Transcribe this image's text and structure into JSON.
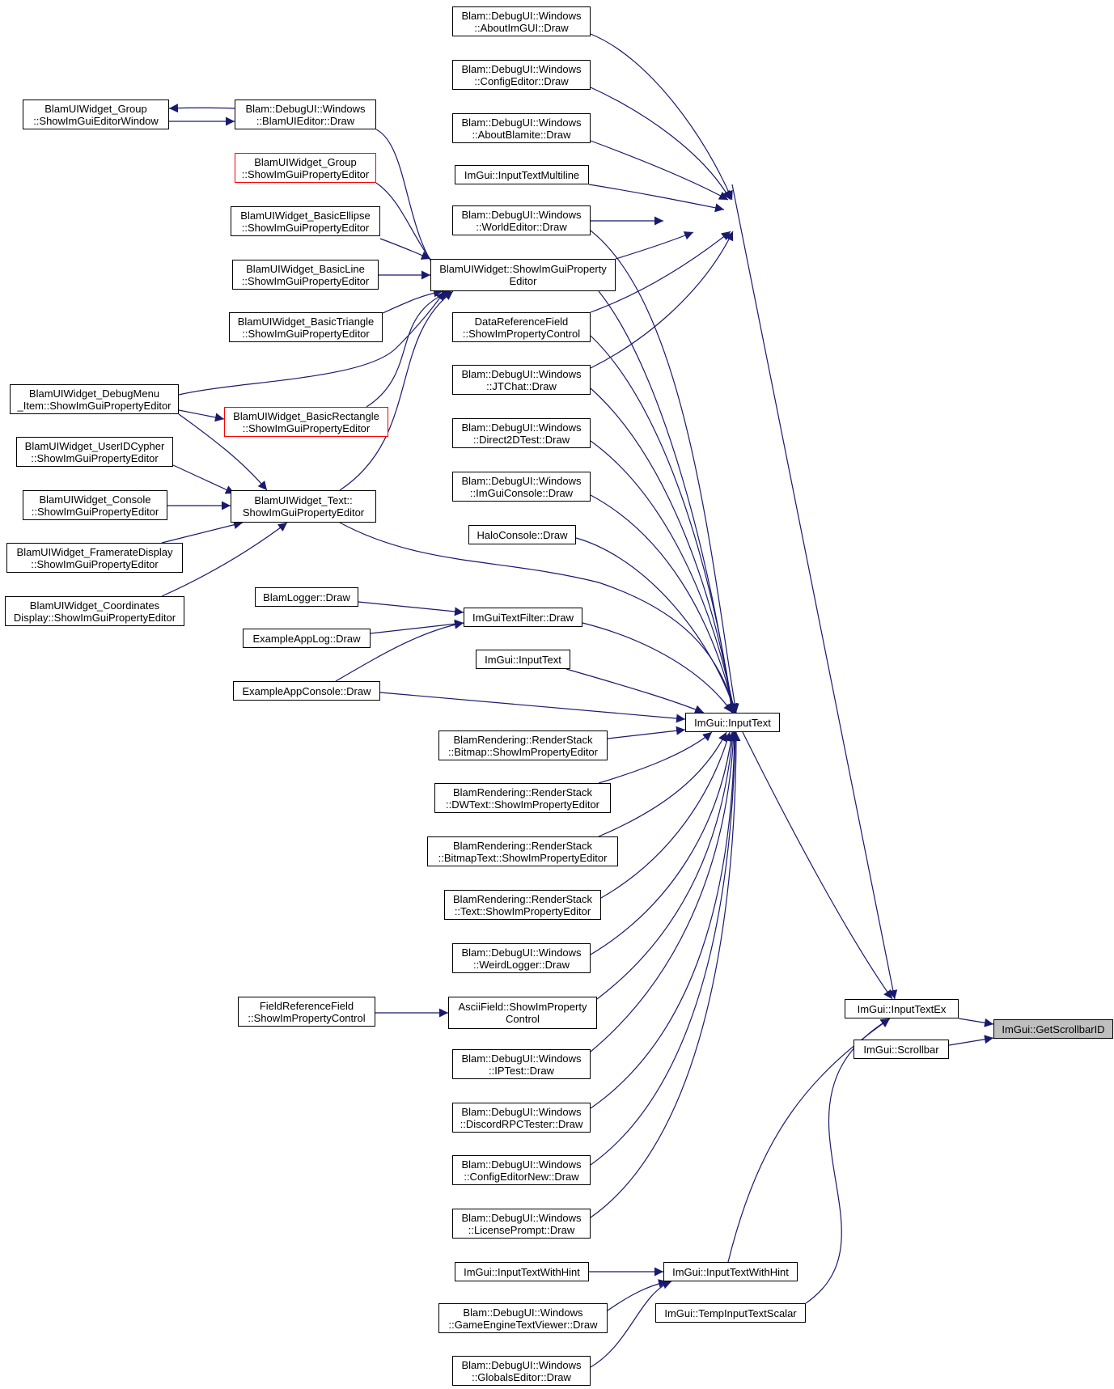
{
  "colors": {
    "edge": "#191970",
    "node_border": "#000000",
    "node_border_incomplete": "#ff0000",
    "node_highlight_fill": "#bfbfbf"
  },
  "nodes": {
    "aboutimgui": {
      "lines": [
        "Blam::DebugUI::Windows",
        "::AboutImGUI::Draw"
      ]
    },
    "configeditor": {
      "lines": [
        "Blam::DebugUI::Windows",
        "::ConfigEditor::Draw"
      ]
    },
    "aboutblamite": {
      "lines": [
        "Blam::DebugUI::Windows",
        "::AboutBlamite::Draw"
      ]
    },
    "inputtextmultiline_a": {
      "lines": [
        "ImGui::InputTextMultiline"
      ]
    },
    "worldeditor": {
      "lines": [
        "Blam::DebugUI::Windows",
        "::WorldEditor::Draw"
      ]
    },
    "group_editorwindow": {
      "lines": [
        "BlamUIWidget_Group",
        "::ShowImGuiEditorWindow"
      ]
    },
    "blamuieditor": {
      "lines": [
        "Blam::DebugUI::Windows",
        "::BlamUIEditor::Draw"
      ]
    },
    "group_propeditor": {
      "lines": [
        "BlamUIWidget_Group",
        "::ShowImGuiPropertyEditor"
      ]
    },
    "basicellipse": {
      "lines": [
        "BlamUIWidget_BasicEllipse",
        "::ShowImGuiPropertyEditor"
      ]
    },
    "basicline": {
      "lines": [
        "BlamUIWidget_BasicLine",
        "::ShowImGuiPropertyEditor"
      ]
    },
    "basictriangle": {
      "lines": [
        "BlamUIWidget_BasicTriangle",
        "::ShowImGuiPropertyEditor"
      ]
    },
    "widget_propeditor": {
      "lines": [
        "BlamUIWidget::ShowImGuiProperty",
        "Editor"
      ]
    },
    "datareferencefield": {
      "lines": [
        "DataReferenceField",
        "::ShowImPropertyControl"
      ]
    },
    "jtchat": {
      "lines": [
        "Blam::DebugUI::Windows",
        "::JTChat::Draw"
      ]
    },
    "debugmenu_item": {
      "lines": [
        "BlamUIWidget_DebugMenu",
        "_Item::ShowImGuiPropertyEditor"
      ]
    },
    "basicrectangle": {
      "lines": [
        "BlamUIWidget_BasicRectangle",
        "::ShowImGuiPropertyEditor"
      ]
    },
    "direct2dtest": {
      "lines": [
        "Blam::DebugUI::Windows",
        "::Direct2DTest::Draw"
      ]
    },
    "useridcypher": {
      "lines": [
        "BlamUIWidget_UserIDCypher",
        "::ShowImGuiPropertyEditor"
      ]
    },
    "console_widget": {
      "lines": [
        "BlamUIWidget_Console",
        "::ShowImGuiPropertyEditor"
      ]
    },
    "text_widget": {
      "lines": [
        "BlamUIWidget_Text::",
        "ShowImGuiPropertyEditor"
      ]
    },
    "imguiconsole": {
      "lines": [
        "Blam::DebugUI::Windows",
        "::ImGuiConsole::Draw"
      ]
    },
    "framerate": {
      "lines": [
        "BlamUIWidget_FramerateDisplay",
        "::ShowImGuiPropertyEditor"
      ]
    },
    "haloconsole": {
      "lines": [
        "HaloConsole::Draw"
      ]
    },
    "coordinates": {
      "lines": [
        "BlamUIWidget_Coordinates",
        "Display::ShowImGuiPropertyEditor"
      ]
    },
    "blamlogger": {
      "lines": [
        "BlamLogger::Draw"
      ]
    },
    "imguitextfilter": {
      "lines": [
        "ImGuiTextFilter::Draw"
      ]
    },
    "exampleapplog": {
      "lines": [
        "ExampleAppLog::Draw"
      ]
    },
    "inputtext_a": {
      "lines": [
        "ImGui::InputText"
      ]
    },
    "exampleappconsole": {
      "lines": [
        "ExampleAppConsole::Draw"
      ]
    },
    "inputtext_b": {
      "lines": [
        "ImGui::InputText"
      ]
    },
    "rs_bitmap": {
      "lines": [
        "BlamRendering::RenderStack",
        "::Bitmap::ShowImPropertyEditor"
      ]
    },
    "rs_dwtext": {
      "lines": [
        "BlamRendering::RenderStack",
        "::DWText::ShowImPropertyEditor"
      ]
    },
    "rs_bitmaptext": {
      "lines": [
        "BlamRendering::RenderStack",
        "::BitmapText::ShowImPropertyEditor"
      ]
    },
    "rs_text": {
      "lines": [
        "BlamRendering::RenderStack",
        "::Text::ShowImPropertyEditor"
      ]
    },
    "weirdlogger": {
      "lines": [
        "Blam::DebugUI::Windows",
        "::WeirdLogger::Draw"
      ]
    },
    "fieldreferencefield": {
      "lines": [
        "FieldReferenceField",
        "::ShowImPropertyControl"
      ]
    },
    "asciifield": {
      "lines": [
        "AsciiField::ShowImProperty",
        "Control"
      ]
    },
    "inputtextex": {
      "lines": [
        "ImGui::InputTextEx"
      ]
    },
    "getscrollbarid": {
      "lines": [
        "ImGui::GetScrollbarID"
      ]
    },
    "scrollbar": {
      "lines": [
        "ImGui::Scrollbar"
      ]
    },
    "iptest": {
      "lines": [
        "Blam::DebugUI::Windows",
        "::IPTest::Draw"
      ]
    },
    "discordrpc": {
      "lines": [
        "Blam::DebugUI::Windows",
        "::DiscordRPCTester::Draw"
      ]
    },
    "configeditornew": {
      "lines": [
        "Blam::DebugUI::Windows",
        "::ConfigEditorNew::Draw"
      ]
    },
    "licenseprompt": {
      "lines": [
        "Blam::DebugUI::Windows",
        "::LicensePrompt::Draw"
      ]
    },
    "inputtextwithhint_a": {
      "lines": [
        "ImGui::InputTextWithHint"
      ]
    },
    "inputtextwithhint_b": {
      "lines": [
        "ImGui::InputTextWithHint"
      ]
    },
    "gameenginetextviewer": {
      "lines": [
        "Blam::DebugUI::Windows",
        "::GameEngineTextViewer::Draw"
      ]
    },
    "tempinputtextscalar": {
      "lines": [
        "ImGui::TempInputTextScalar"
      ]
    },
    "globalseditor": {
      "lines": [
        "Blam::DebugUI::Windows",
        "::GlobalsEditor::Draw"
      ]
    }
  }
}
